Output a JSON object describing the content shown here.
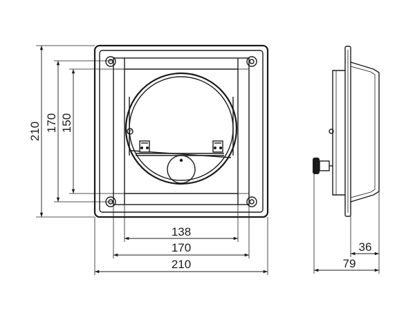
{
  "drawing": {
    "front_view": {
      "dimensions": {
        "overall_width": "210",
        "inner_width": "170",
        "opening_width": "138",
        "overall_height": "210",
        "inner_height": "170",
        "opening_height": "150"
      }
    },
    "side_view": {
      "dimensions": {
        "depth_total": "79",
        "depth_flange": "36"
      }
    }
  }
}
